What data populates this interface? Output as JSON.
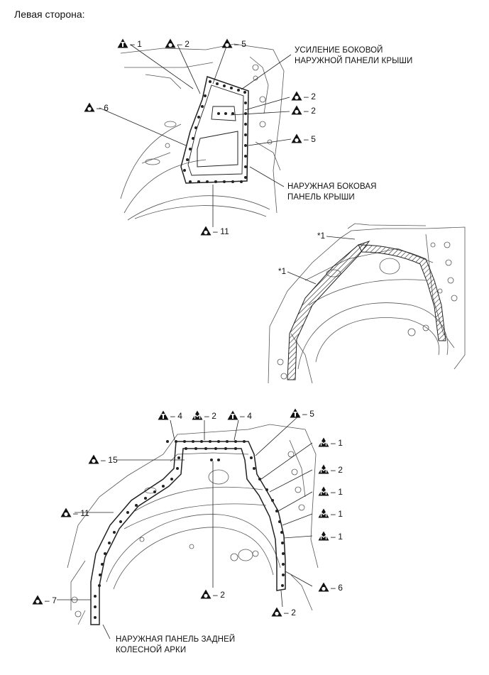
{
  "heading": "Левая сторона:",
  "top_diagram": {
    "labels": {
      "reinforcement_line1": "УСИЛЕНИЕ БОКОВОЙ",
      "reinforcement_line2": "НАРУЖНОЙ ПАНЕЛИ КРЫШИ",
      "outer_panel_line1": "НАРУЖНАЯ БОКОВАЯ",
      "outer_panel_line2": "ПАНЕЛЬ КРЫШИ"
    },
    "markers": [
      {
        "symbol": "T",
        "text": "– 1"
      },
      {
        "symbol": "O",
        "text": "– 2"
      },
      {
        "symbol": "O",
        "text": "– 5"
      },
      {
        "symbol": "O",
        "text": "– 2"
      },
      {
        "symbol": "O",
        "text": "– 2"
      },
      {
        "symbol": "O",
        "text": "– 6"
      },
      {
        "symbol": "O",
        "text": "– 5"
      },
      {
        "symbol": "O",
        "text": "– 11"
      }
    ]
  },
  "middle_diagram": {
    "labels": {
      "star_a": "*1",
      "star_b": "*1"
    }
  },
  "bottom_diagram": {
    "labels": {
      "wheel_arch_line1": "НАРУЖНАЯ ПАНЕЛЬ ЗАДНЕЙ",
      "wheel_arch_line2": "КОЛЕСНОЙ АРКИ"
    },
    "markers": [
      {
        "symbol": "T",
        "text": "– 4"
      },
      {
        "symbol": "M",
        "text": "– 2"
      },
      {
        "symbol": "T",
        "text": "– 4"
      },
      {
        "symbol": "T",
        "text": "– 5"
      },
      {
        "symbol": "O",
        "text": "– 15"
      },
      {
        "symbol": "M",
        "text": "– 1"
      },
      {
        "symbol": "M",
        "text": "– 2"
      },
      {
        "symbol": "M",
        "text": "– 1"
      },
      {
        "symbol": "O",
        "text": "– 11"
      },
      {
        "symbol": "M",
        "text": "– 1"
      },
      {
        "symbol": "M",
        "text": "– 1"
      },
      {
        "symbol": "O",
        "text": "– 2"
      },
      {
        "symbol": "O",
        "text": "– 6"
      },
      {
        "symbol": "O",
        "text": "– 7"
      },
      {
        "symbol": "O",
        "text": "– 2"
      }
    ]
  }
}
